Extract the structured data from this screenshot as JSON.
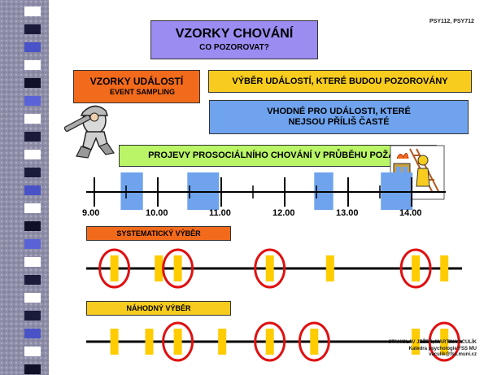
{
  "course_code": "PSY112, PSY712",
  "title": "VZORKY CHOVÁNÍ",
  "subtitle": "CO POZOROVAT?",
  "event_sampling": {
    "cz": "VZORKY UDÁLOSTÍ",
    "en": "EVENT SAMPLING"
  },
  "selection_box": "VÝBĚR UDÁLOSTÍ, KTERÉ BUDOU POZOROVÁNY",
  "suitable_box": {
    "line1": "VHODNÉ PRO UDÁLOSTI, KTERÉ",
    "line2": "NEJSOU PŘÍLIŠ ČASTÉ"
  },
  "prosocial_box": "PROJEVY PROSOCIÁLNÍHO CHOVÁNÍ V PRŮBĚHU POŽÁRU",
  "timeline": {
    "labels": [
      "9.00",
      "10.00",
      "11.00",
      "12.00",
      "13.00",
      "14.00"
    ],
    "blue_events": [
      [
        9.3,
        9.65
      ],
      [
        10.35,
        10.85
      ],
      [
        12.35,
        12.65
      ],
      [
        13.4,
        13.9
      ]
    ]
  },
  "systematic": {
    "label": "SYSTEMATICKÝ VÝBĚR",
    "events": [
      9.2,
      9.9,
      10.2,
      11.65,
      12.6,
      13.95,
      14.4
    ],
    "circled": [
      9.2,
      10.2,
      11.65,
      13.95
    ]
  },
  "random": {
    "label": "NÁHODNÝ VÝBĚR",
    "events": [
      9.2,
      9.75,
      10.2,
      10.9,
      11.65,
      12.35,
      13.95,
      14.4
    ],
    "circled": [
      10.2,
      11.65,
      12.35,
      14.4
    ]
  },
  "footer": {
    "line1": "STANISLAV JEŽEK, MARTIN VACULÍK",
    "line2": "Katedra psychologie FSS MU",
    "line3": "vaculik@fss.muni.cz"
  },
  "colors": {
    "title_box": "#9b8cf2",
    "orange_box": "#f26a1b",
    "yellow_box": "#f7cc1f",
    "blue_box": "#6fa3ee",
    "green_box": "#b9f566",
    "event_blue": "#6fa3ee",
    "event_yellow": "#ffcc00",
    "circle_red": "#e01010"
  },
  "icons": [
    "firefighter-icon",
    "rescue-scene-icon"
  ]
}
